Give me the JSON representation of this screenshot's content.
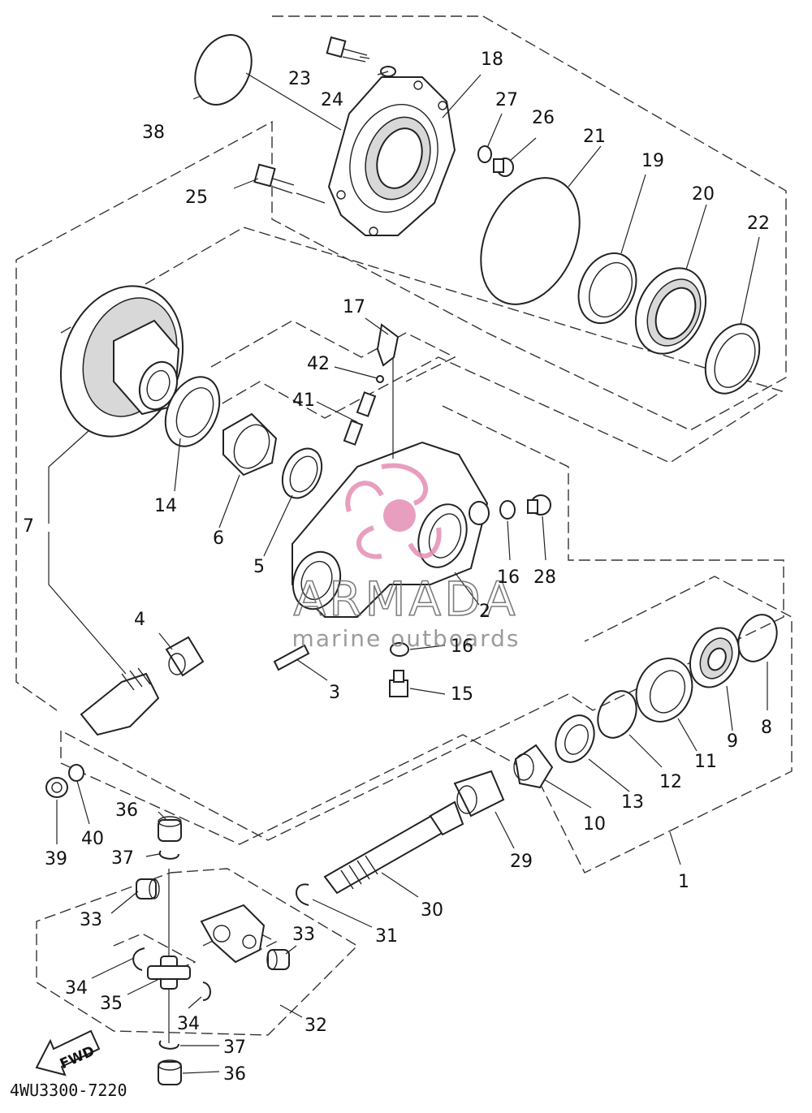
{
  "diagram": {
    "code": "4WU3300-7220",
    "fwd_label": "FWD",
    "watermark": {
      "brand": "ARMADA",
      "tagline": "marine outboards",
      "brand_color": "#e58fb4"
    },
    "callouts": [
      {
        "id": "c1",
        "text": "1"
      },
      {
        "id": "c2",
        "text": "2"
      },
      {
        "id": "c3",
        "text": "3"
      },
      {
        "id": "c4",
        "text": "4"
      },
      {
        "id": "c5",
        "text": "5"
      },
      {
        "id": "c6",
        "text": "6"
      },
      {
        "id": "c7",
        "text": "7"
      },
      {
        "id": "c8",
        "text": "8"
      },
      {
        "id": "c9",
        "text": "9"
      },
      {
        "id": "c10",
        "text": "10"
      },
      {
        "id": "c11",
        "text": "11"
      },
      {
        "id": "c12",
        "text": "12"
      },
      {
        "id": "c13",
        "text": "13"
      },
      {
        "id": "c14",
        "text": "14"
      },
      {
        "id": "c15",
        "text": "15"
      },
      {
        "id": "c16a",
        "text": "16"
      },
      {
        "id": "c16b",
        "text": "16"
      },
      {
        "id": "c17",
        "text": "17"
      },
      {
        "id": "c18",
        "text": "18"
      },
      {
        "id": "c19",
        "text": "19"
      },
      {
        "id": "c20",
        "text": "20"
      },
      {
        "id": "c21",
        "text": "21"
      },
      {
        "id": "c22",
        "text": "22"
      },
      {
        "id": "c23",
        "text": "23"
      },
      {
        "id": "c24",
        "text": "24"
      },
      {
        "id": "c25",
        "text": "25"
      },
      {
        "id": "c26",
        "text": "26"
      },
      {
        "id": "c27",
        "text": "27"
      },
      {
        "id": "c28",
        "text": "28"
      },
      {
        "id": "c29",
        "text": "29"
      },
      {
        "id": "c30",
        "text": "30"
      },
      {
        "id": "c31",
        "text": "31"
      },
      {
        "id": "c32",
        "text": "32"
      },
      {
        "id": "c33a",
        "text": "33"
      },
      {
        "id": "c33b",
        "text": "33"
      },
      {
        "id": "c34a",
        "text": "34"
      },
      {
        "id": "c34b",
        "text": "34"
      },
      {
        "id": "c35",
        "text": "35"
      },
      {
        "id": "c36a",
        "text": "36"
      },
      {
        "id": "c36b",
        "text": "36"
      },
      {
        "id": "c37a",
        "text": "37"
      },
      {
        "id": "c37b",
        "text": "37"
      },
      {
        "id": "c38",
        "text": "38"
      },
      {
        "id": "c39",
        "text": "39"
      },
      {
        "id": "c40",
        "text": "40"
      },
      {
        "id": "c41",
        "text": "41"
      },
      {
        "id": "c42",
        "text": "42"
      }
    ]
  }
}
